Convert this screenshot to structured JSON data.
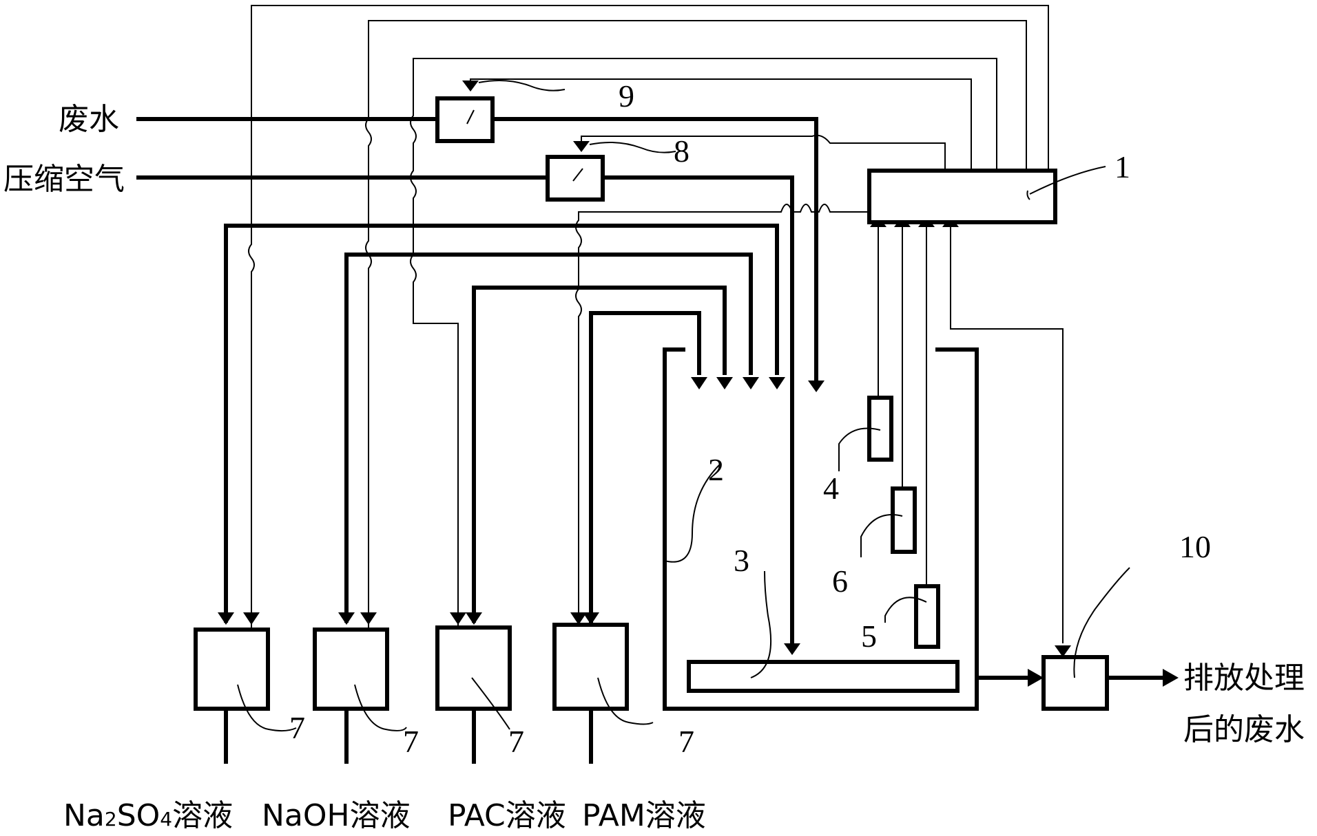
{
  "inputs": {
    "wastewater": "废水",
    "compressed_air": "压缩空气"
  },
  "output": {
    "line1": "排放处理",
    "line2": "后的废水"
  },
  "reagents": [
    {
      "formula_main": "Na",
      "sub1": "2",
      "mid": "SO",
      "sub2": "4",
      "suffix": "溶液"
    },
    {
      "label": "NaOH溶液"
    },
    {
      "label": "PAC溶液"
    },
    {
      "label": "PAM溶液"
    }
  ],
  "numbers": {
    "n1": "1",
    "n2": "2",
    "n3": "3",
    "n4": "4",
    "n5": "5",
    "n6": "6",
    "n7": "7",
    "n8": "8",
    "n9": "9",
    "n10": "10"
  }
}
